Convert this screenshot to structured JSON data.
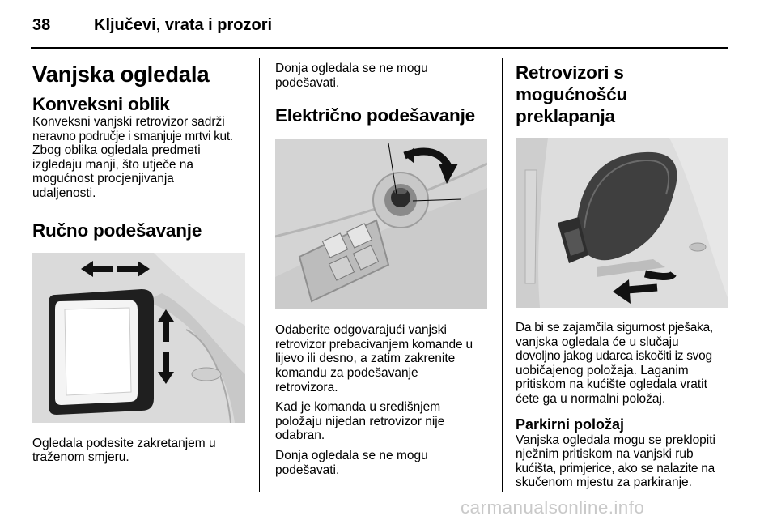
{
  "header": {
    "page_number": "38",
    "running_title": "Ključevi, vrata i prozori"
  },
  "col1": {
    "section_title": "Vanjska ogledala",
    "convex_heading": "Konveksni oblik",
    "convex_lines": [
      "Konveksni vanjski retrovizor sadrži",
      "neravno područje i smanjuje mrtvi kut.",
      "Zbog oblika ogledala predmeti",
      "izgledaju manji, što utječe na",
      "mogućnost procjenjivanja",
      "udaljenosti."
    ],
    "manual_heading": "Ručno podešavanje",
    "manual_caption_lines": [
      "Ogledala podesite zakretanjem u",
      "traženom smjeru."
    ]
  },
  "col2": {
    "top_lines": [
      "Donja ogledala se ne mogu",
      "podešavati."
    ],
    "electric_heading": "Električno podešavanje",
    "electric_para1_lines": [
      "Odaberite odgovarajući vanjski",
      "retrovizor prebacivanjem komande u",
      "lijevo ili desno, a zatim zakrenite",
      "komandu za podešavanje",
      "retrovizora."
    ],
    "electric_para2_lines": [
      "Kad je komanda u središnjem",
      "položaju nijedan retrovizor nije",
      "odabran."
    ],
    "electric_para3_lines": [
      "Donja ogledala se ne mogu",
      "podešavati."
    ]
  },
  "col3": {
    "folding_heading_lines": [
      "Retrovizori s mogućnošću",
      "preklapanja"
    ],
    "folding_para_lines": [
      "Da bi se zajamčila sigurnost pješaka,",
      "vanjska ogledala će u slučaju",
      "dovoljno jakog udarca iskočiti iz svog",
      "uobičajenog položaja. Laganim",
      "pritiskom na kućište ogledala vratit",
      "ćete ga u normalni položaj."
    ],
    "parking_heading": "Parkirni položaj",
    "parking_para_lines": [
      "Vanjska ogledala mogu se preklopiti",
      "nježnim pritiskom na vanjski rub",
      "kućišta, primjerice, ako se nalazite na",
      "skučenom mjestu za parkiranje."
    ]
  },
  "footer": {
    "watermark": "carmanualsonline.info"
  }
}
